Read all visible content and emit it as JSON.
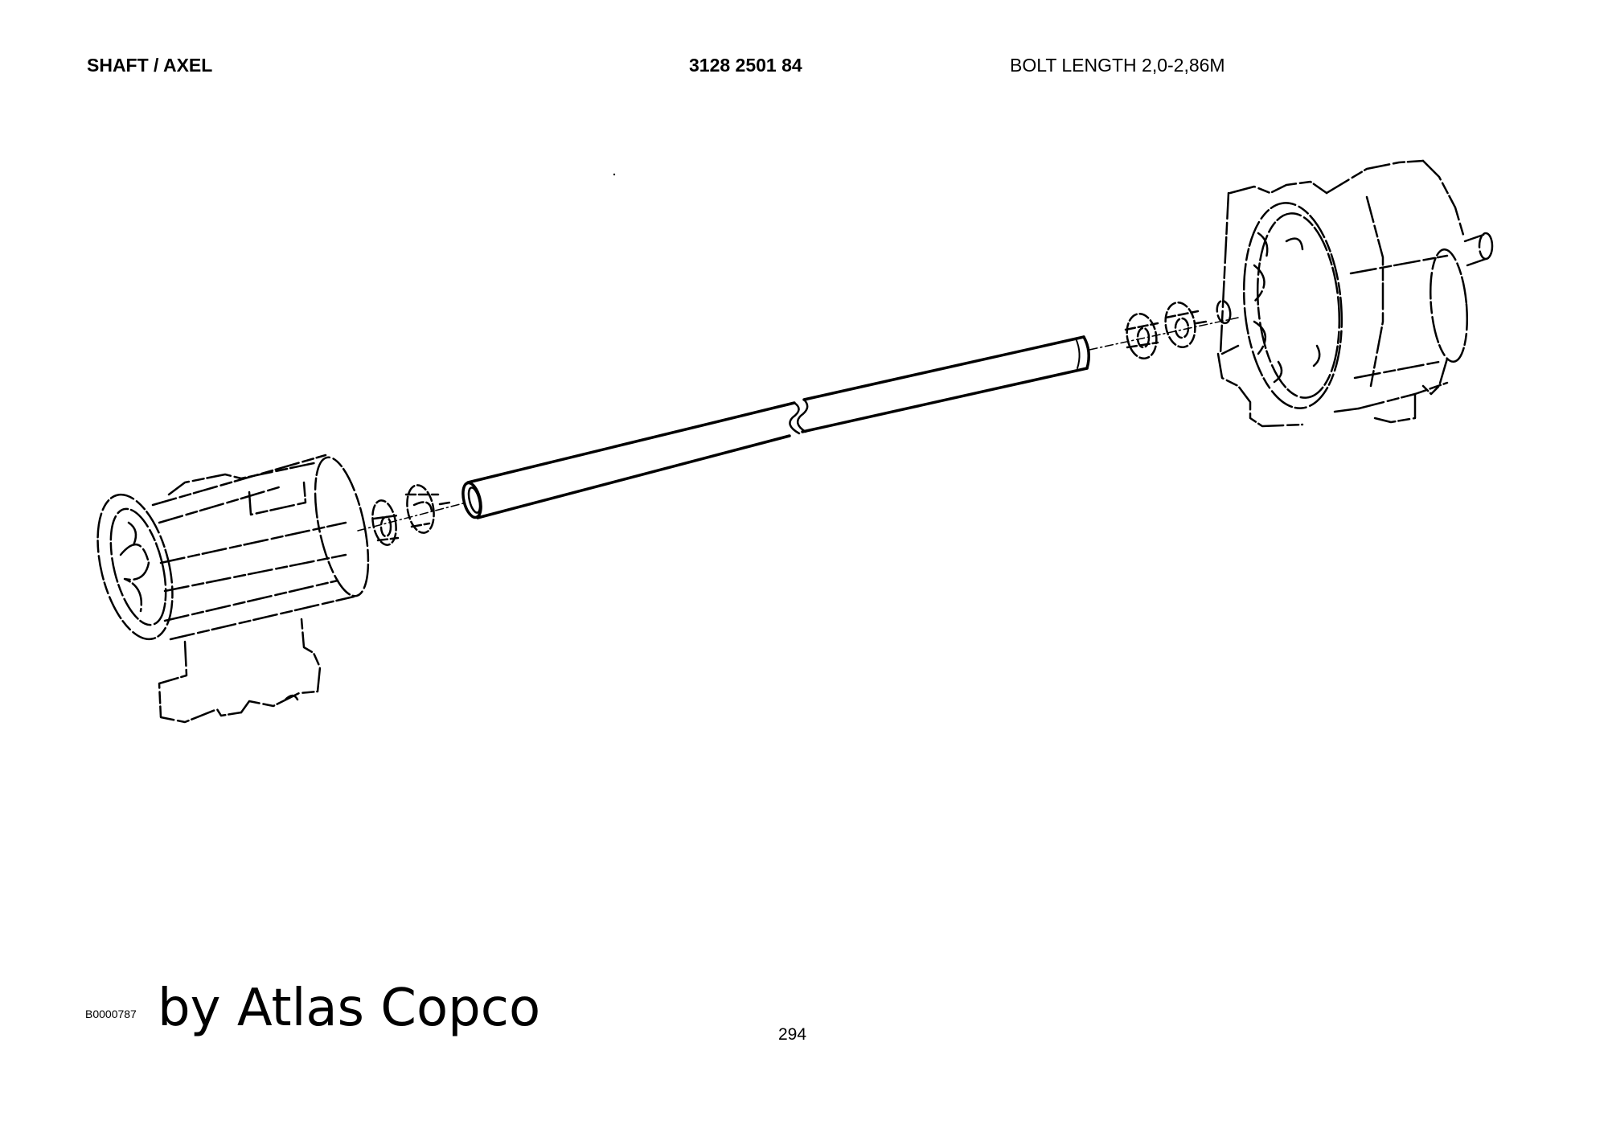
{
  "header": {
    "title": "SHAFT / AXEL",
    "part_number": "3128 2501 84",
    "spec": "BOLT LENGTH 2,0-2,86M"
  },
  "footer": {
    "doc_id": "B0000787",
    "brand": "by Atlas Copco",
    "page_number": "294"
  }
}
